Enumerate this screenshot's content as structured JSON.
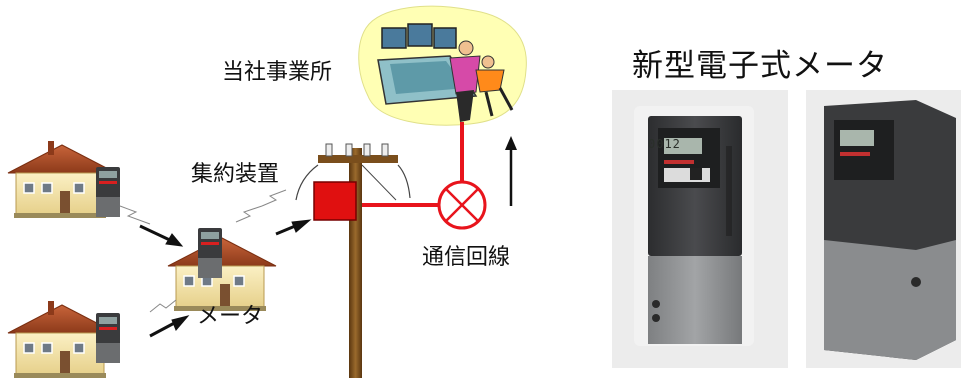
{
  "labels": {
    "office": "当社事業所",
    "concentrator": "集約装置",
    "comm_line": "通信回線",
    "meter": "メータ",
    "new_meter_title": "新型電子式メータ"
  },
  "meter_display": {
    "reading": "0012"
  },
  "colors": {
    "link_red": "#e8141c",
    "concentrator_red": "#e01010",
    "pole_brown": "#7a4e1c",
    "house_roof": "#b5542a",
    "house_wall": "#f1e2ae",
    "office_bg": "#ffffb4",
    "meter_body": "#3b3c3e",
    "meter_lower": "#8e9092"
  }
}
